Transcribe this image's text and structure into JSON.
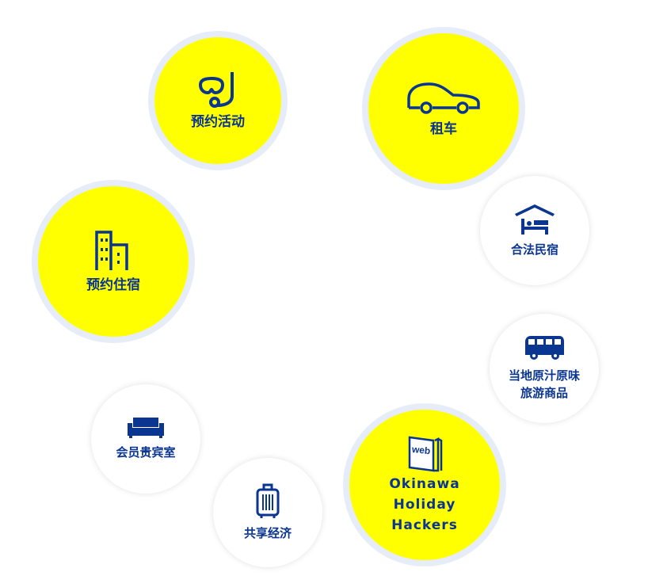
{
  "items": [
    {
      "label": "预约活动",
      "icon": "snorkel-icon"
    },
    {
      "label": "租车",
      "icon": "car-icon"
    },
    {
      "label": "预约住宿",
      "icon": "building-icon"
    },
    {
      "label": "合法民宿",
      "icon": "house-bed-icon"
    },
    {
      "label": "当地原汁原味",
      "label2": "旅游商品",
      "icon": "bus-icon"
    },
    {
      "label": "会员贵宾室",
      "icon": "sofa-icon"
    },
    {
      "label": "共享经济",
      "icon": "suitcase-icon"
    },
    {
      "label": "Okinawa",
      "label2": "Holiday",
      "label3": "Hackers",
      "icon": "web-magazine-icon"
    }
  ],
  "colors": {
    "accent": "#ffff00",
    "text": "#0a3591",
    "ring": "#e6edf9"
  }
}
